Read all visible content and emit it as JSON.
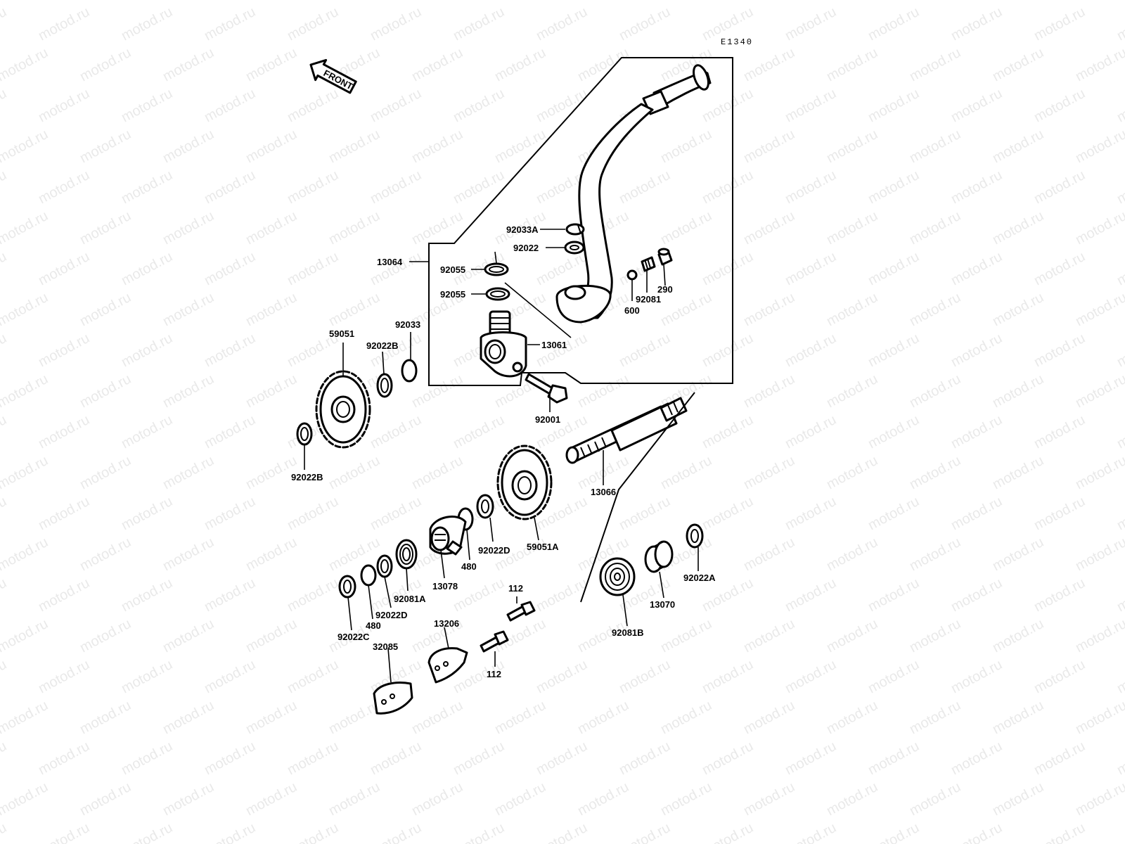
{
  "diagram_code": "E1340",
  "front_label": "FRONT",
  "watermark": "motod.ru",
  "callouts": {
    "p92033A": "92033A",
    "p92022": "92022",
    "p13064": "13064",
    "p92055a": "92055",
    "p92055b": "92055",
    "p92081": "92081",
    "p290": "290",
    "p600": "600",
    "p59051": "59051",
    "p92022B_top": "92022B",
    "p92033": "92033",
    "p13061": "13061",
    "p92001": "92001",
    "p92022B_bottom": "92022B",
    "p13066": "13066",
    "p59051A": "59051A",
    "p92022D_right": "92022D",
    "p480_right": "480",
    "p13078": "13078",
    "p92081A": "92081A",
    "p92022D_left": "92022D",
    "p480_left": "480",
    "p92022C": "92022C",
    "p112_top": "112",
    "p112_bottom": "112",
    "p13206": "13206",
    "p32085": "32085",
    "p92081B": "92081B",
    "p13070": "13070",
    "p92022A": "92022A"
  }
}
